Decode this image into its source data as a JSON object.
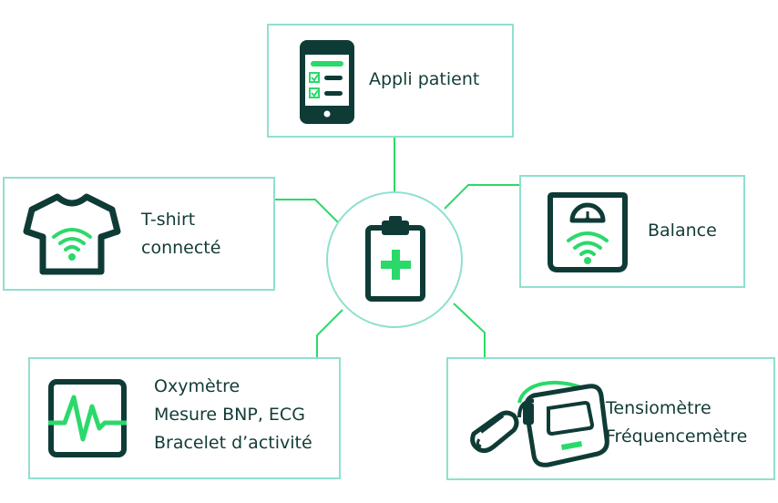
{
  "nodes": {
    "center": {
      "icon": "clipboard-plus-icon"
    },
    "appli": {
      "icon": "tablet-checklist-icon",
      "lines": [
        "Appli patient"
      ]
    },
    "tshirt": {
      "icon": "connected-tshirt-icon",
      "lines": [
        "T-shirt",
        "connecté"
      ]
    },
    "balance": {
      "icon": "connected-scale-icon",
      "lines": [
        "Balance"
      ]
    },
    "oxymetre": {
      "icon": "heartbeat-monitor-icon",
      "lines": [
        "Oxymètre",
        "Mesure BNP, ECG",
        "Bracelet d’activité"
      ]
    },
    "tensiometre": {
      "icon": "blood-pressure-monitor-icon",
      "lines": [
        "Tensiomètre",
        "Fréquencemètre"
      ]
    }
  },
  "colors": {
    "dark": "#0f3b36",
    "accent": "#2bd96b",
    "outline": "#8fe0cf"
  }
}
